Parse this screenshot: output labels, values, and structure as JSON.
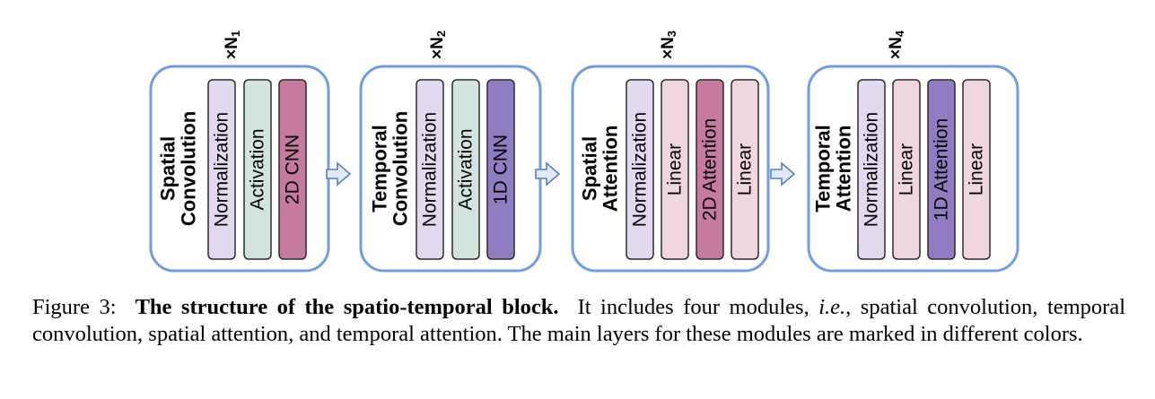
{
  "diagram": {
    "modules": [
      {
        "title_lines": [
          "Spatial",
          "Convolution"
        ],
        "repeat": "N",
        "repeat_sub": "1",
        "layers": [
          {
            "label": "Normalization",
            "color": "#e2d9ef"
          },
          {
            "label": "Activation",
            "color": "#d3e3de"
          },
          {
            "label": "2D CNN",
            "color": "#c67a9e"
          }
        ]
      },
      {
        "title_lines": [
          "Temporal",
          "Convolution"
        ],
        "repeat": "N",
        "repeat_sub": "2",
        "layers": [
          {
            "label": "Normalization",
            "color": "#e2d9ef"
          },
          {
            "label": "Activation",
            "color": "#d3e3de"
          },
          {
            "label": "1D CNN",
            "color": "#8f7cc1"
          }
        ]
      },
      {
        "title_lines": [
          "Spatial",
          "Attention"
        ],
        "repeat": "N",
        "repeat_sub": "3",
        "layers": [
          {
            "label": "Normalization",
            "color": "#e2d9ef"
          },
          {
            "label": "Linear",
            "color": "#f0d6e0"
          },
          {
            "label": "2D Attention",
            "color": "#c67a9e"
          },
          {
            "label": "Linear",
            "color": "#f0d6e0"
          }
        ]
      },
      {
        "title_lines": [
          "Temporal",
          "Attention"
        ],
        "repeat": "N",
        "repeat_sub": "4",
        "layers": [
          {
            "label": "Normalization",
            "color": "#e2d9ef"
          },
          {
            "label": "Linear",
            "color": "#f0d6e0"
          },
          {
            "label": "1D Attention",
            "color": "#8f7cc1"
          },
          {
            "label": "Linear",
            "color": "#f0d6e0"
          }
        ]
      }
    ],
    "colors": {
      "module_border": "#6f9ee0",
      "arrow_fill": "#dfe9f7",
      "arrow_stroke": "#5c7fb5"
    }
  },
  "caption": {
    "prefix": "Figure 3:",
    "bold": "The structure of the spatio-temporal block.",
    "part1": "It includes four modules,",
    "italic": "i.e.",
    "part2": ", spatial convolution, temporal convolution, spatial attention, and temporal attention. The main layers for these modules are marked in different colors."
  }
}
